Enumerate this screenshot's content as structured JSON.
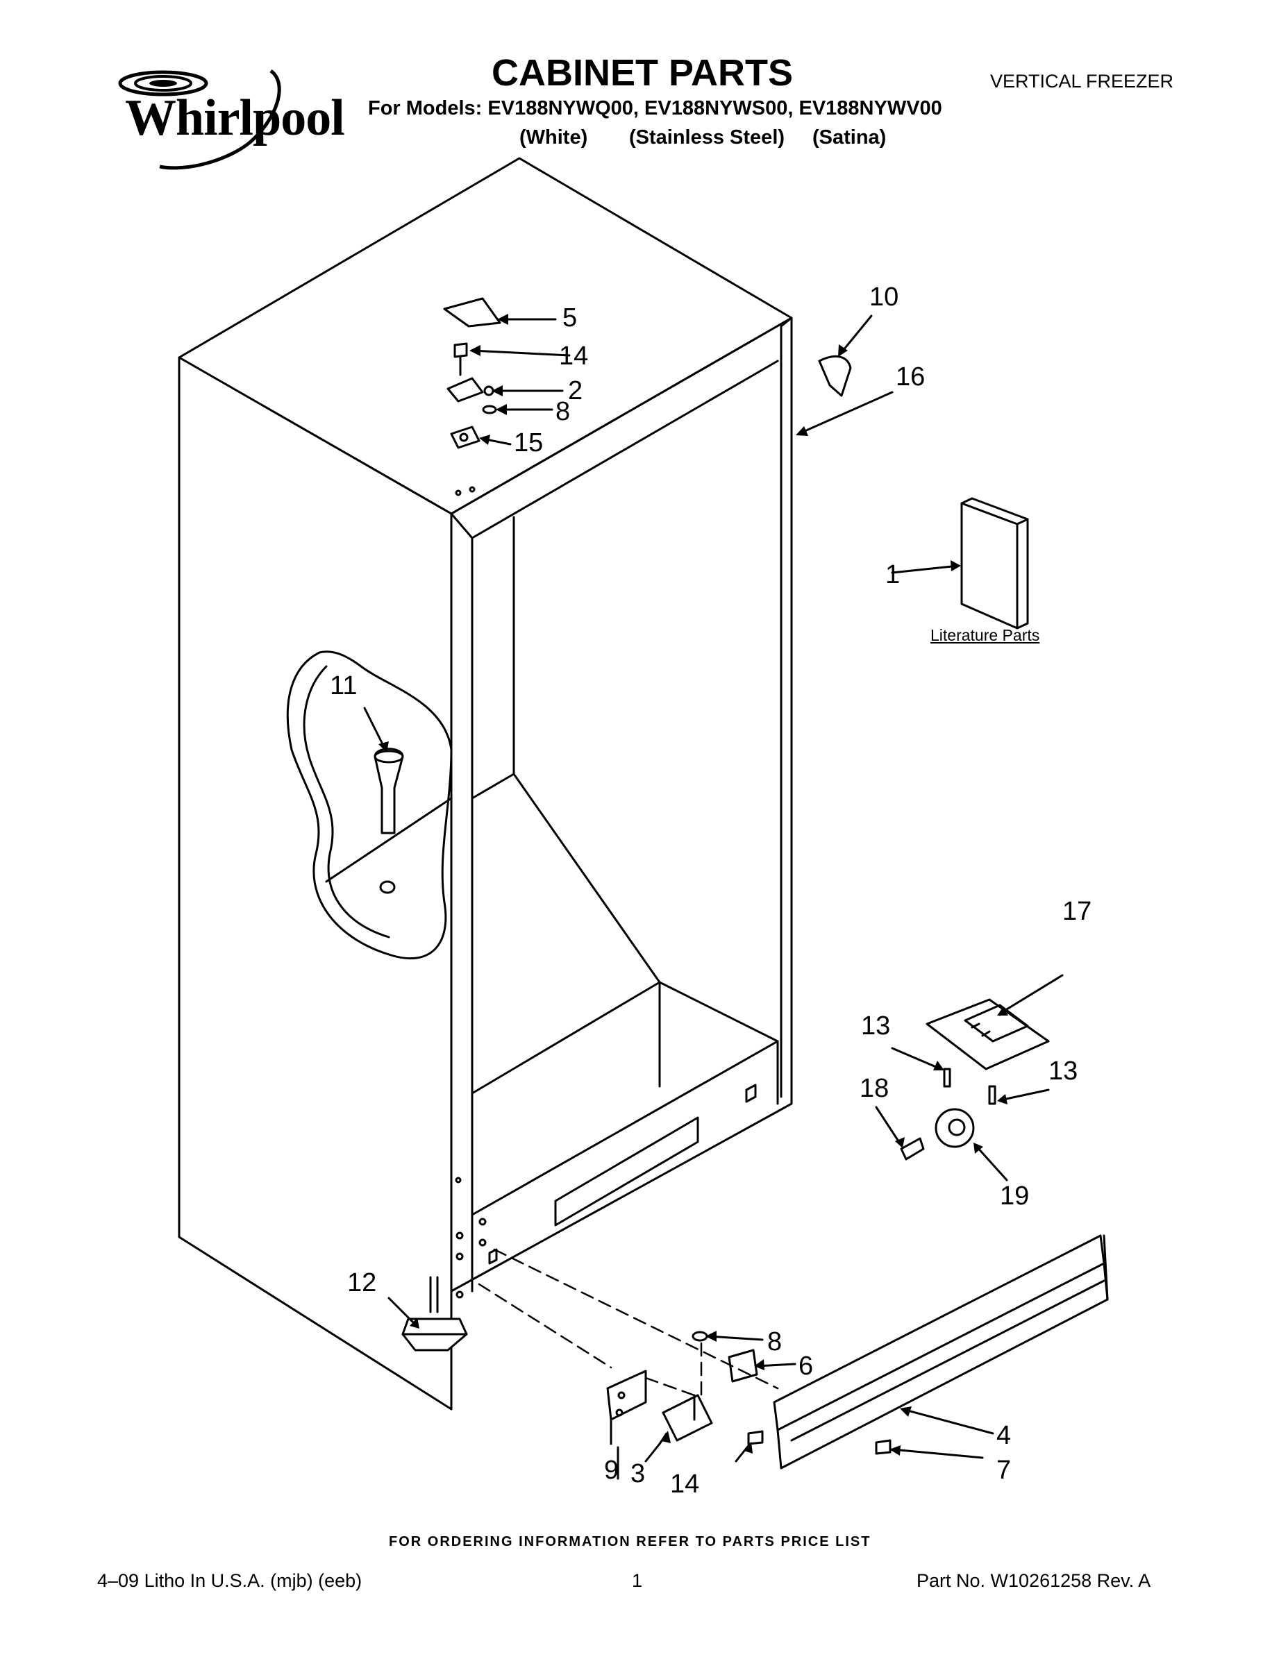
{
  "header": {
    "brand": "Whirlpool",
    "title": "CABINET PARTS",
    "models_line": "For Models: EV188NYWQ00, EV188NYWS00, EV188NYWV00",
    "variants": [
      "(White)",
      "(Stainless Steel)",
      "(Satina)"
    ],
    "category": "VERTICAL FREEZER"
  },
  "diagram": {
    "callouts": [
      "1",
      "2",
      "3",
      "4",
      "5",
      "6",
      "7",
      "8",
      "8",
      "9",
      "10",
      "11",
      "12",
      "13",
      "13",
      "14",
      "14",
      "15",
      "16",
      "17",
      "18",
      "19"
    ],
    "literature_label": "Literature Parts"
  },
  "footer": {
    "order_note": "FOR ORDERING INFORMATION REFER TO PARTS PRICE LIST",
    "litho": "4–09 Litho In U.S.A. (mjb) (eeb)",
    "page": "1",
    "part_no": "Part No. W10261258 Rev. A"
  }
}
